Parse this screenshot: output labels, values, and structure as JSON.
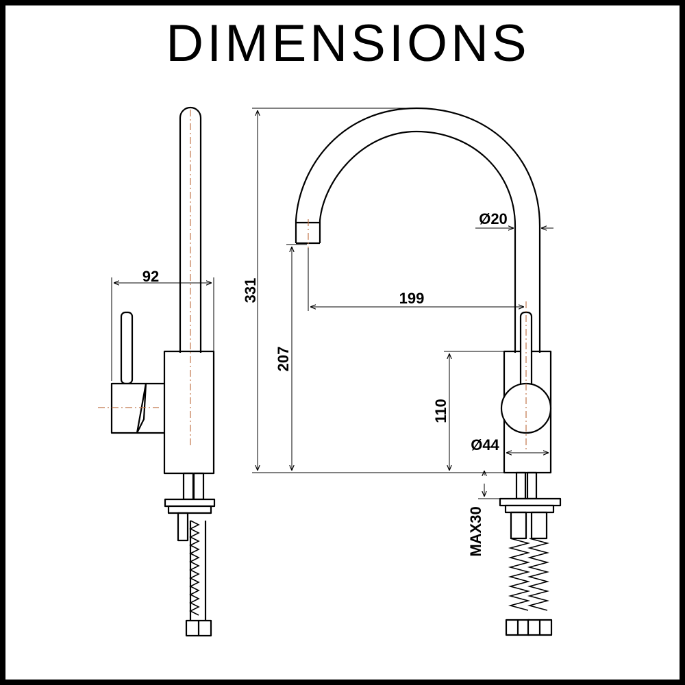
{
  "title": "DIMENSIONS",
  "colors": {
    "line": "#000000",
    "centerline": "#c0764a",
    "background": "#ffffff"
  },
  "dimensions": {
    "side_width": "92",
    "total_height": "331",
    "spout_height": "207",
    "spout_reach": "199",
    "spout_diameter": "Ø20",
    "body_height": "110",
    "body_diameter": "Ø44",
    "max_thickness": "MAX30"
  }
}
